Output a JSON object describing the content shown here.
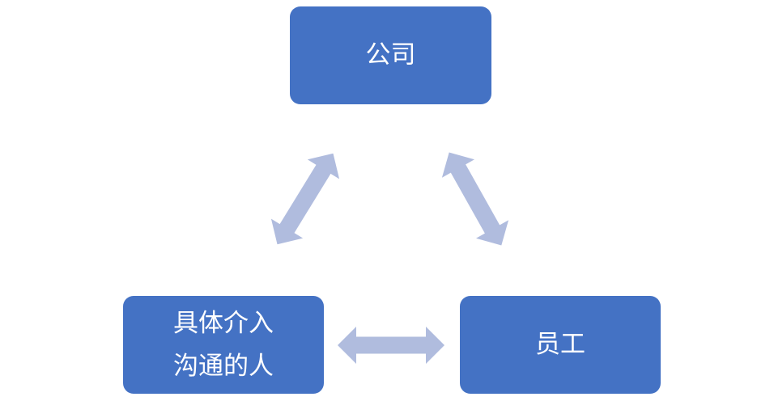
{
  "diagram": {
    "title": "company-employee-communicator relationship triangle",
    "colors": {
      "canvas_bg": "#ffffff",
      "node_fill": "#4472C4",
      "node_text": "#ffffff",
      "arrow_fill": "#B0BCDE"
    },
    "nodes": [
      {
        "id": "company",
        "label": "公司"
      },
      {
        "id": "communicator",
        "label": "具体介入\n沟通的人"
      },
      {
        "id": "employee",
        "label": "员工"
      }
    ],
    "connectors": [
      {
        "id": "company-communicator",
        "from": "company",
        "to": "communicator",
        "type": "double-arrow"
      },
      {
        "id": "company-employee",
        "from": "company",
        "to": "employee",
        "type": "double-arrow"
      },
      {
        "id": "communicator-employee",
        "from": "communicator",
        "to": "employee",
        "type": "double-arrow"
      }
    ]
  }
}
